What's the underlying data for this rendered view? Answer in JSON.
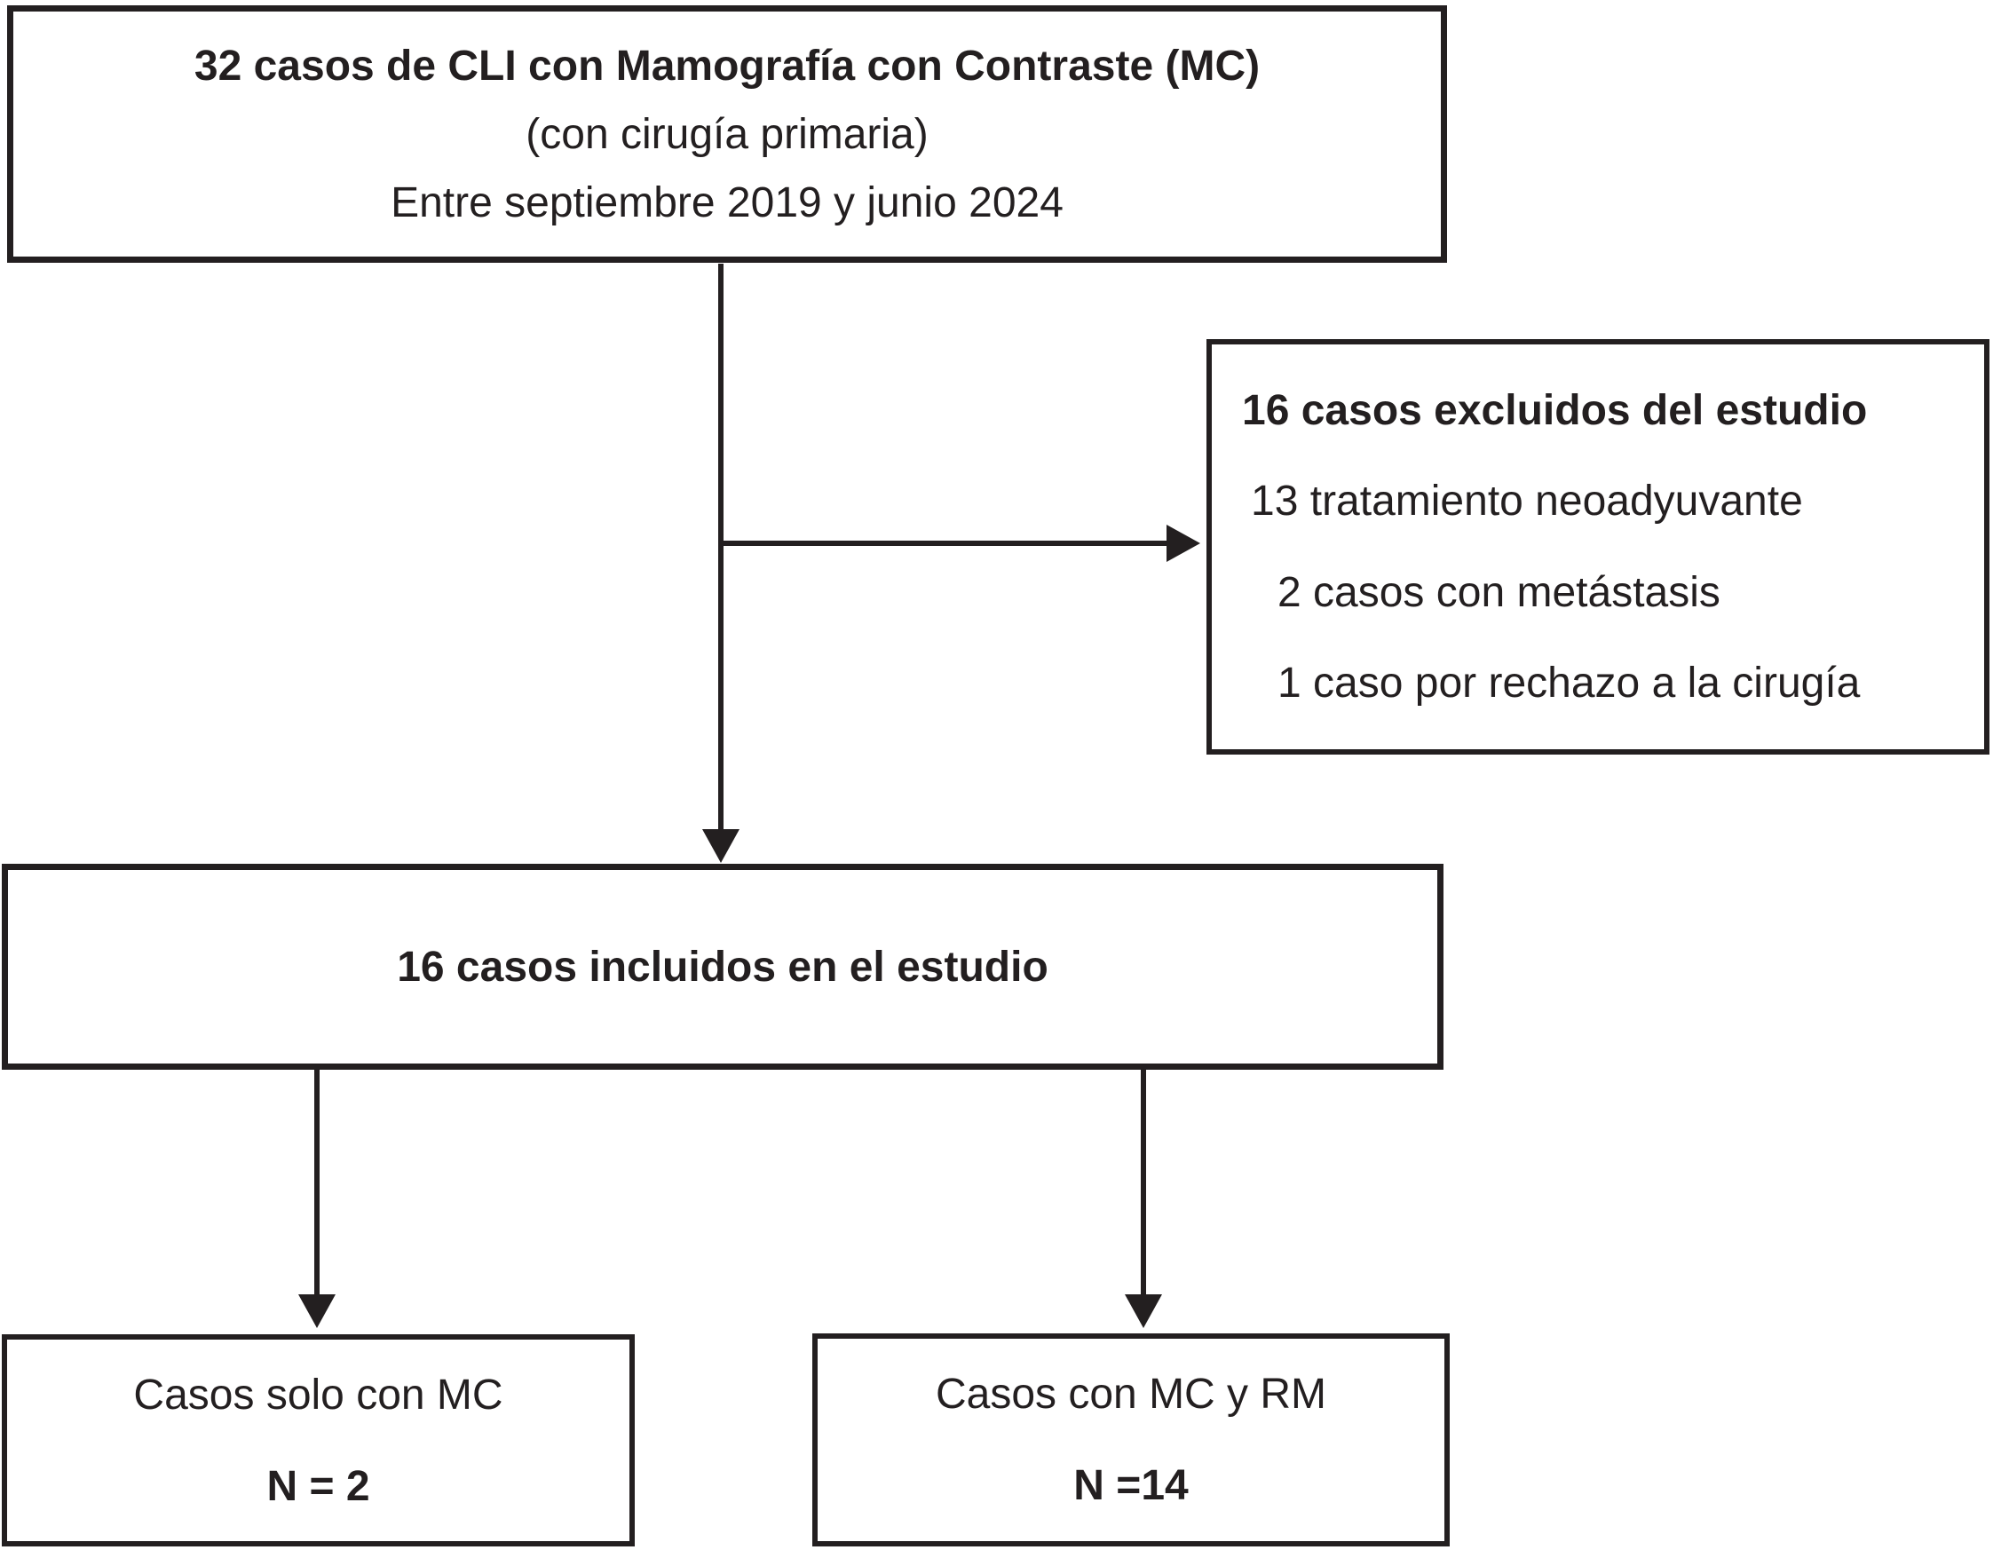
{
  "colors": {
    "ink": "#231f20",
    "background": "#ffffff"
  },
  "top_box": {
    "line1": "32 casos de CLI con Mamografía con Contraste (MC)",
    "line2": "(con cirugía primaria)",
    "line3": "Entre septiembre 2019 y junio 2024"
  },
  "exclusion_box": {
    "title": "16 casos excluidos del estudio",
    "items": [
      "13 tratamiento neoadyuvante",
      "2 casos con metástasis",
      "1 caso por rechazo a la cirugía"
    ]
  },
  "included_box": {
    "label": "16 casos incluidos en el estudio"
  },
  "mc_only_box": {
    "label": "Casos solo con MC",
    "count": "N = 2"
  },
  "mc_rm_box": {
    "label": "Casos con MC y RM",
    "count": "N =14"
  }
}
